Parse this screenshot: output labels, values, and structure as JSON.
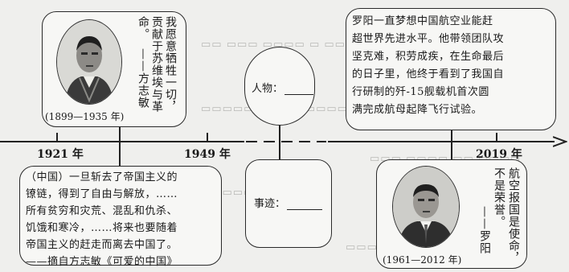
{
  "timeline": {
    "years": [
      "1921 年",
      "1949 年",
      "2019 年"
    ]
  },
  "fang_zhimin": {
    "lifespan": "(1899—1935 年)",
    "quote_lines": [
      "我愿意牺牲一切，",
      "贡献于苏维埃与革",
      "命。"
    ],
    "attribution": "——方志敏"
  },
  "china_quote": {
    "lines": [
      "（中国）一旦斩去了帝国主义的",
      "镣链，得到了自由与解放，……",
      "所有贫穷和灾荒、混乱和仇杀、",
      "饥饿和寒冷，……将来也要随着",
      "帝国主义的赶走而离去中国了。",
      "——摘自方志敏《可爱的中国》"
    ]
  },
  "center": {
    "person_label": "人物：",
    "deed_label": "事迹："
  },
  "luo_yang": {
    "bio_lines": [
      "罗阳一直梦想中国航空业能赶",
      "超世界先进水平。他带领团队攻",
      "坚克难，积劳成疾，在生命最后",
      "的日子里，他终于看到了我国自",
      "行研制的歼-15舰载机首次圆",
      "满完成航母起降飞行试验。"
    ],
    "lifespan": "(1961—2012 年)",
    "quote_lines": [
      "航空报国是使命，",
      "不是荣誉。"
    ],
    "attribution": "——罗阳"
  }
}
